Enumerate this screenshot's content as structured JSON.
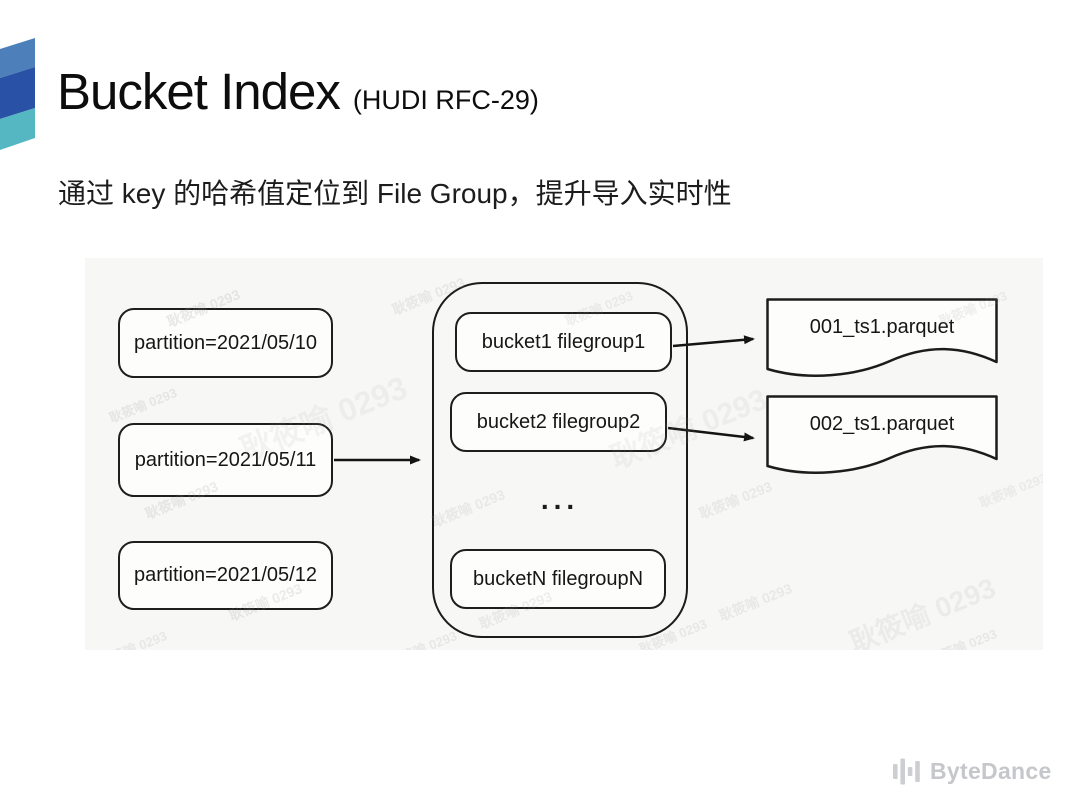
{
  "slide": {
    "title": "Bucket Index",
    "title_suffix": "(HUDI RFC-29)",
    "subtitle": "通过 key 的哈希值定位到 File Group，提升导入实时性"
  },
  "diagram": {
    "partitions": [
      "partition=2021/05/10",
      "partition=2021/05/11",
      "partition=2021/05/12"
    ],
    "buckets": [
      "bucket1 filegroup1",
      "bucket2 filegroup2"
    ],
    "last_bucket": "bucketN filegroupN",
    "ellipsis": "...",
    "files": [
      "001_ts1.parquet",
      "002_ts1.parquet"
    ],
    "watermark_text": "耿筱喻 0293"
  },
  "footer": {
    "brand": "ByteDance"
  },
  "colors": {
    "logo_top": "#4d7fba",
    "logo_middle": "#2951a5",
    "logo_bottom": "#54b7c2",
    "diagram_stroke": "#1e1e1e",
    "brand_gray": "#c6c7cb"
  }
}
